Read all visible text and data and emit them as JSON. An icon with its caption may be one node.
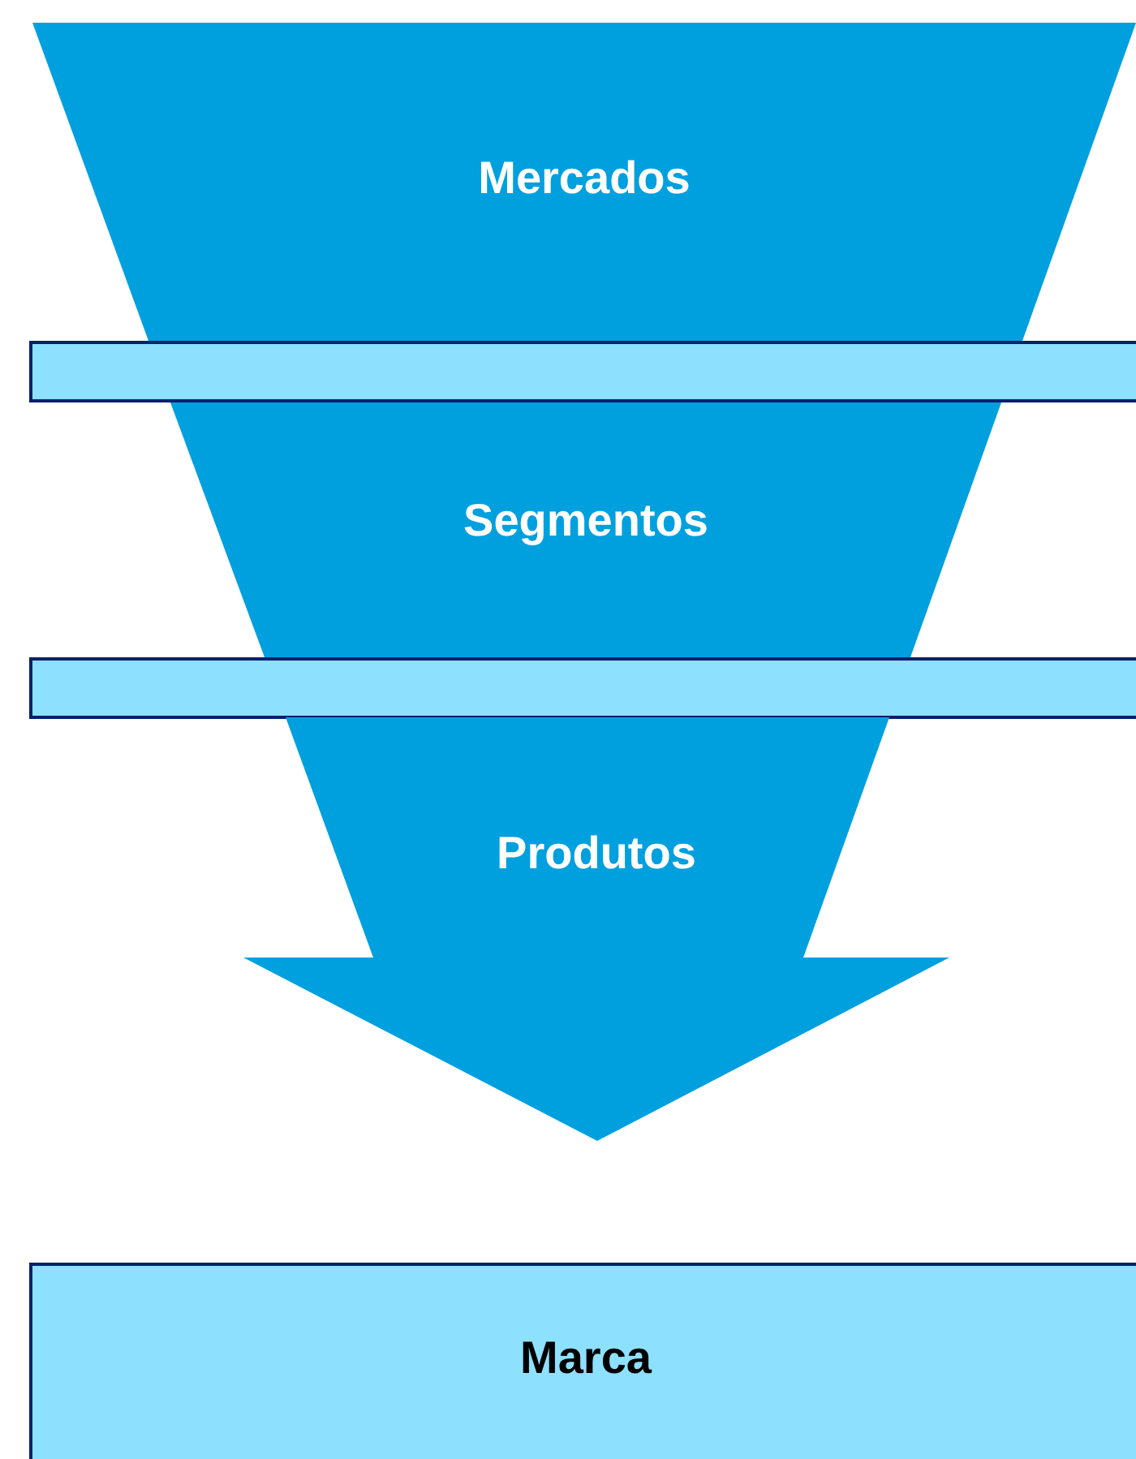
{
  "diagram": {
    "nodes": [
      {
        "text": [
          "Mercados"
        ]
      },
      {
        "text": [],
        "shape": "bar"
      },
      {
        "text": [
          "Segmentos"
        ]
      },
      {
        "text": [],
        "shape": "bar"
      },
      {
        "text": [
          "Produtos"
        ]
      },
      {
        "text": [
          "Marca"
        ]
      }
    ]
  }
}
